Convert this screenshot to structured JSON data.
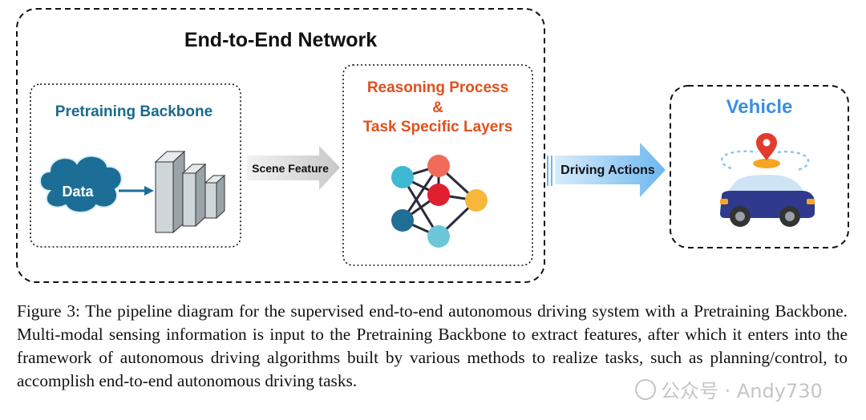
{
  "network_title": "End-to-End Network",
  "backbone": {
    "title": "Pretraining Backbone",
    "data_label": "Data"
  },
  "scene_feature_label": "Scene Feature",
  "reasoning": {
    "line1": "Reasoning Process",
    "line2": "&",
    "line3": "Task Specific Layers"
  },
  "driving_actions_label": "Driving Actions",
  "vehicle_title": "Vehicle",
  "caption": "Figure 3: The pipeline diagram for the supervised end-to-end autonomous driving system with a Pretraining Backbone. Multi-modal sensing information is input to the Pretraining Backbone to extract features, after which it enters into the framework of autonomous driving algorithms built by various methods to realize tasks, such as planning/control, to accomplish end-to-end autonomous driving tasks.",
  "watermark": "公众号 · Andy730",
  "colors": {
    "backbone_title": "#1a6a8c",
    "reasoning_title": "#e0501e",
    "vehicle_title": "#3b8fe0",
    "data_cloud": "#1d6e96",
    "arrow_light": "#a9d3f5"
  }
}
